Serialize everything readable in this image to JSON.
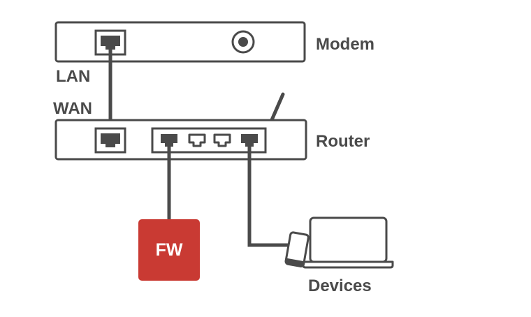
{
  "labels": {
    "modem": "Modem",
    "router": "Router",
    "lan": "LAN",
    "wan": "WAN",
    "firewall": "FW",
    "devices": "Devices"
  },
  "colors": {
    "stroke": "#4a4a4a",
    "firewall": "#c93a33",
    "firewall_text": "#ffffff",
    "background": "#ffffff"
  },
  "router_ports": [
    {
      "id": "wan-port",
      "connected": true
    },
    {
      "id": "lan-port-1",
      "connected": true
    },
    {
      "id": "lan-port-2",
      "connected": false
    },
    {
      "id": "lan-port-3",
      "connected": false
    },
    {
      "id": "lan-port-4",
      "connected": true
    }
  ],
  "icons": [
    "ethernet-port-icon",
    "power-button-icon",
    "antenna-icon",
    "laptop-icon",
    "phone-icon"
  ]
}
